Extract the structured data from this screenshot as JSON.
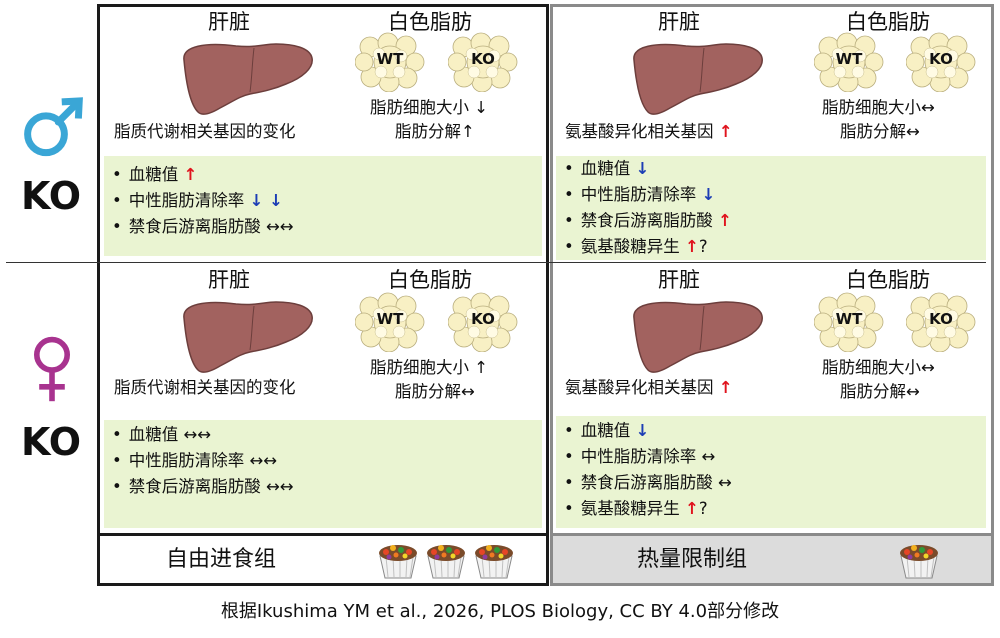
{
  "headers": {
    "liver": "肝脏",
    "white_fat": "白色脂肪"
  },
  "fat_labels": {
    "wt": "WT",
    "ko": "KO"
  },
  "sex_labels": {
    "male_ko": "KO",
    "female_ko": "KO"
  },
  "groups": {
    "free": "自由进食组",
    "cr": "热量限制组"
  },
  "citation": "根据Ikushima YM et al., 2026, PLOS Biology, CC BY 4.0部分修改",
  "arrows": {
    "up": "↑",
    "down": "↓",
    "same": "↔",
    "q": "?"
  },
  "cells": {
    "male_free": {
      "liver_label": "脂质代谢相关基因的变化",
      "fat_size": "脂肪细胞大小",
      "fat_size_arrow": "↓",
      "lipolysis": "脂肪分解",
      "lipolysis_arrow": "↑",
      "bullets": [
        {
          "text": "血糖值",
          "arrow": "↑"
        },
        {
          "text": "中性脂肪清除率",
          "arrow": "↓ ↓"
        },
        {
          "text": "禁食后游离脂肪酸",
          "arrow": "↔↔"
        }
      ]
    },
    "male_cr": {
      "liver_label": "氨基酸异化相关基因",
      "liver_arrow": "↑",
      "fat_size": "脂肪细胞大小",
      "fat_size_arrow": "↔",
      "lipolysis": "脂肪分解",
      "lipolysis_arrow": "↔",
      "bullets": [
        {
          "text": "血糖值",
          "arrow": "↓"
        },
        {
          "text": "中性脂肪清除率",
          "arrow": "↓"
        },
        {
          "text": "禁食后游离脂肪酸",
          "arrow": "↑"
        },
        {
          "text": "氨基酸糖异生",
          "arrow": "↑",
          "suffix": "?"
        }
      ]
    },
    "female_free": {
      "liver_label": "脂质代谢相关基因的变化",
      "fat_size": "脂肪细胞大小",
      "fat_size_arrow": "↑",
      "lipolysis": "脂肪分解",
      "lipolysis_arrow": "↔",
      "bullets": [
        {
          "text": "血糖值",
          "arrow": "↔↔"
        },
        {
          "text": "中性脂肪清除率",
          "arrow": "↔↔"
        },
        {
          "text": "禁食后游离脂肪酸",
          "arrow": "↔↔"
        }
      ]
    },
    "female_cr": {
      "liver_label": "氨基酸异化相关基因",
      "liver_arrow": "↑",
      "fat_size": "脂肪细胞大小",
      "fat_size_arrow": "↔",
      "lipolysis": "脂肪分解",
      "lipolysis_arrow": "↔",
      "bullets": [
        {
          "text": "血糖值",
          "arrow": "↓"
        },
        {
          "text": "中性脂肪清除率",
          "arrow": "↔"
        },
        {
          "text": "禁食后游离脂肪酸",
          "arrow": "↔"
        },
        {
          "text": "氨基酸糖异生",
          "arrow": "↑",
          "suffix": "?"
        }
      ]
    }
  },
  "colors": {
    "male_symbol": "#3aa6d6",
    "female_symbol": "#a8338f",
    "liver": "#a2625f",
    "green_panel": "#eaf4d2",
    "cr_label_bg": "#dcdcdc",
    "up_arrow": "#e0141e",
    "down_arrow": "#1c3db5"
  },
  "icons": {
    "male": "male-symbol-icon",
    "female": "female-symbol-icon",
    "liver": "liver-icon",
    "fat": "fat-cells-icon",
    "food": "food-cup-icon"
  }
}
